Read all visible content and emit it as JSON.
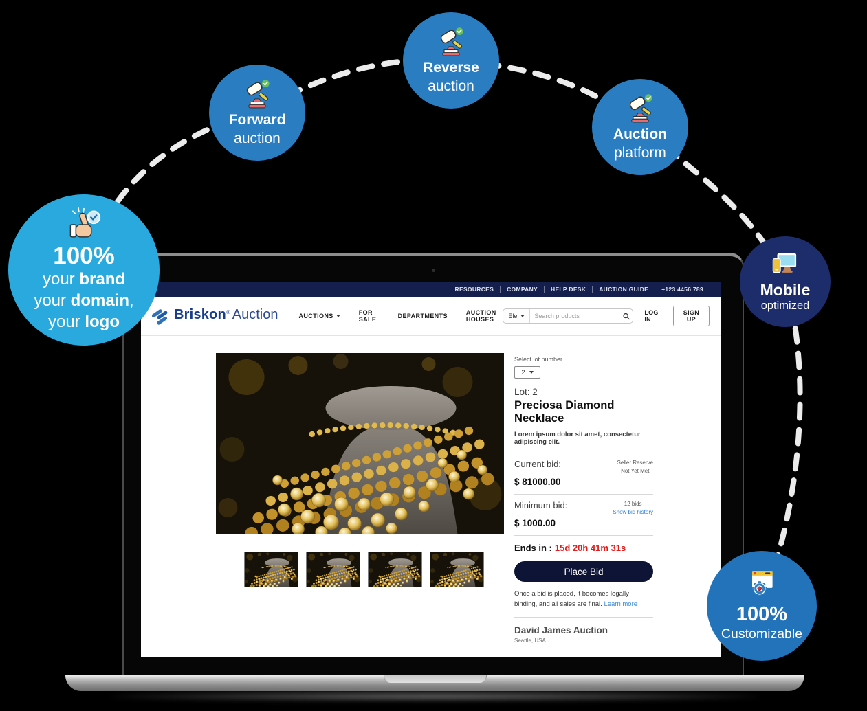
{
  "badges": {
    "brand": {
      "icon": "thumbs-up-check-icon",
      "percent": "100%",
      "l2_reg": "your ",
      "l2_bold": "brand",
      "l3_reg": "your ",
      "l3_bold": "domain",
      "l3_tail": ",",
      "l4_reg": "your ",
      "l4_bold": "logo"
    },
    "forward": {
      "icon": "gavel-icon",
      "bold": "Forward",
      "reg": "auction"
    },
    "reverse": {
      "icon": "gavel-icon",
      "bold": "Reverse",
      "reg": "auction"
    },
    "platform": {
      "icon": "gavel-icon",
      "bold": "Auction",
      "reg": "platform"
    },
    "mobile": {
      "icon": "desktop-mobile-icon",
      "bold": "Mobile",
      "reg": "optimized"
    },
    "customizable": {
      "icon": "browser-gear-icon",
      "bold": "100%",
      "reg": "Customizable"
    }
  },
  "site": {
    "topbar": {
      "links": [
        "RESOURCES",
        "COMPANY",
        "HELP DESK",
        "AUCTION GUIDE"
      ],
      "phone": "+123 4456 789"
    },
    "header": {
      "brand_bold": "Briskon",
      "trademark": "®",
      "brand_reg": "Auction",
      "nav": [
        "AUCTIONS",
        "FOR SALE",
        "DEPARTMENTS",
        "AUCTION HOUSES"
      ],
      "category_value": "Ele",
      "search_placeholder": "Search products",
      "login": "LOG IN",
      "signup": "SIGN UP"
    },
    "product": {
      "select_label": "Select lot number",
      "lot_select_value": "2",
      "lot": "Lot: 2",
      "title": "Preciosa Diamond Necklace",
      "description": "Lorem ipsum dolor sit amet, consectetur adipiscing elit.",
      "current_bid_label": "Current bid:",
      "current_bid": "$ 81000.00",
      "reserve_line1": "Seller Reserve",
      "reserve_line2": "Not Yet Met",
      "min_bid_label": "Minimum bid:",
      "min_bid": "$ 1000.00",
      "bids_count": "12 bids",
      "bid_history_link": "Show bid history",
      "ends_label": "Ends in :",
      "ends_value": "15d 20h 41m 31s",
      "place_bid": "Place Bid",
      "legal": "Once a bid is placed, it becomes legally binding, and all sales are final.",
      "learn_more": "Learn more",
      "seller": "David James Auction",
      "seller_location": "Seattle, USA"
    }
  },
  "colors": {
    "badge_light_blue": "#29a9de",
    "badge_blue": "#2b7dc2",
    "badge_navy": "#1d2d6b",
    "badge_custom_blue": "#2273ba",
    "topbar_navy": "#141f4d",
    "button_navy": "#0d1435",
    "countdown_red": "#e21b1b",
    "link_blue": "#2f7fd0"
  }
}
